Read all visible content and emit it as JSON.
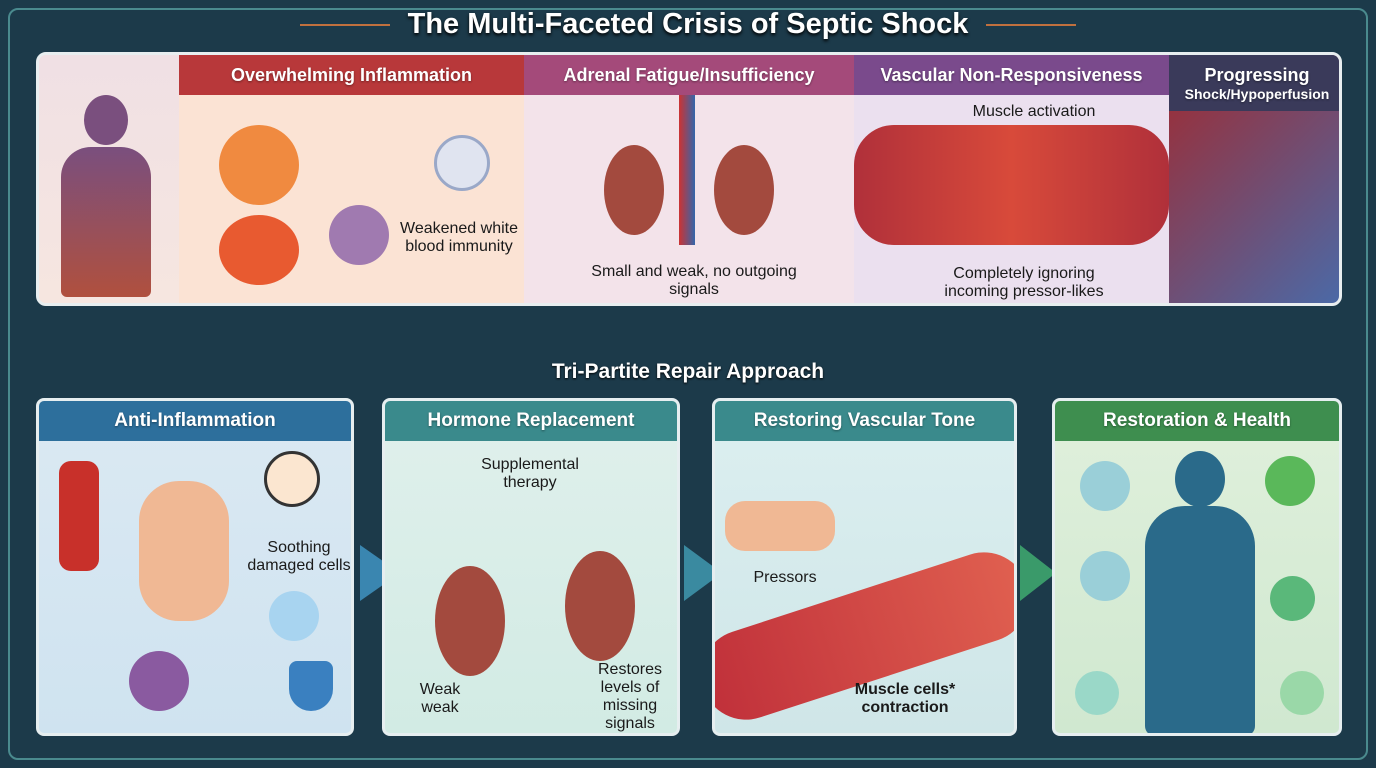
{
  "title": "The Multi-Faceted Crisis of Septic Shock",
  "top": {
    "inflammation": {
      "header": "Overwhelming Inflammation",
      "label": "Weakened white blood immunity"
    },
    "adrenal": {
      "header": "Adrenal Fatigue/Insufficiency",
      "label": "Small and weak, no outgoing signals"
    },
    "vascular": {
      "header": "Vascular Non-Responsiveness",
      "top_label": "Muscle activation",
      "label": "Completely ignoring incoming pressor-likes"
    },
    "progressing": {
      "header": "Progressing",
      "subheader": "Shock/Hypoperfusion"
    }
  },
  "subtitle": "Tri-Partite Repair Approach",
  "bottom": [
    {
      "header": "Anti-Inflammation",
      "labels": [
        "Soothing damaged cells"
      ],
      "color": "#2d6f9c"
    },
    {
      "header": "Hormone Replacement",
      "labels": [
        "Supplemental therapy",
        "Weak weak",
        "Restores levels of missing signals"
      ],
      "color": "#3a8a8c"
    },
    {
      "header": "Restoring Vascular Tone",
      "labels": [
        "Pressors",
        "Muscle cells* contraction"
      ],
      "color": "#3a8a8c"
    },
    {
      "header": "Restoration & Health",
      "labels": [],
      "color": "#3e8e4f"
    }
  ]
}
